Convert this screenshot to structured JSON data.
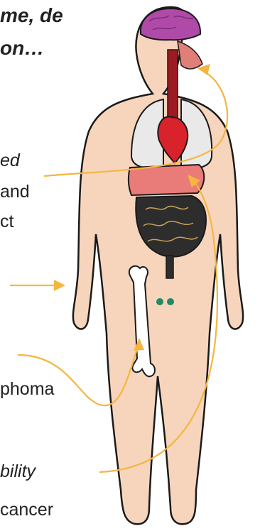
{
  "labels": {
    "top_line_1": "me, de",
    "top_line_2": "on…",
    "frag_ed": "ed",
    "frag_and": "and",
    "frag_ct": "ct",
    "frag_phoma": "phoma",
    "frag_bility": "bility",
    "frag_cancer": "cancer"
  },
  "colors": {
    "skin": "#f7d5bd",
    "outline": "#1a1a1a",
    "arrow": "#f4b63f",
    "brain": "#b04aa8",
    "heart": "#d8222c",
    "lungs": "#e8e8e8",
    "liver": "#e97b78",
    "intestine": "#2a2a2a",
    "dots": "#1f8a66"
  },
  "icons": [
    "brain-icon",
    "lungs-icon",
    "heart-icon",
    "liver-icon",
    "intestines-icon",
    "bone-icon"
  ]
}
